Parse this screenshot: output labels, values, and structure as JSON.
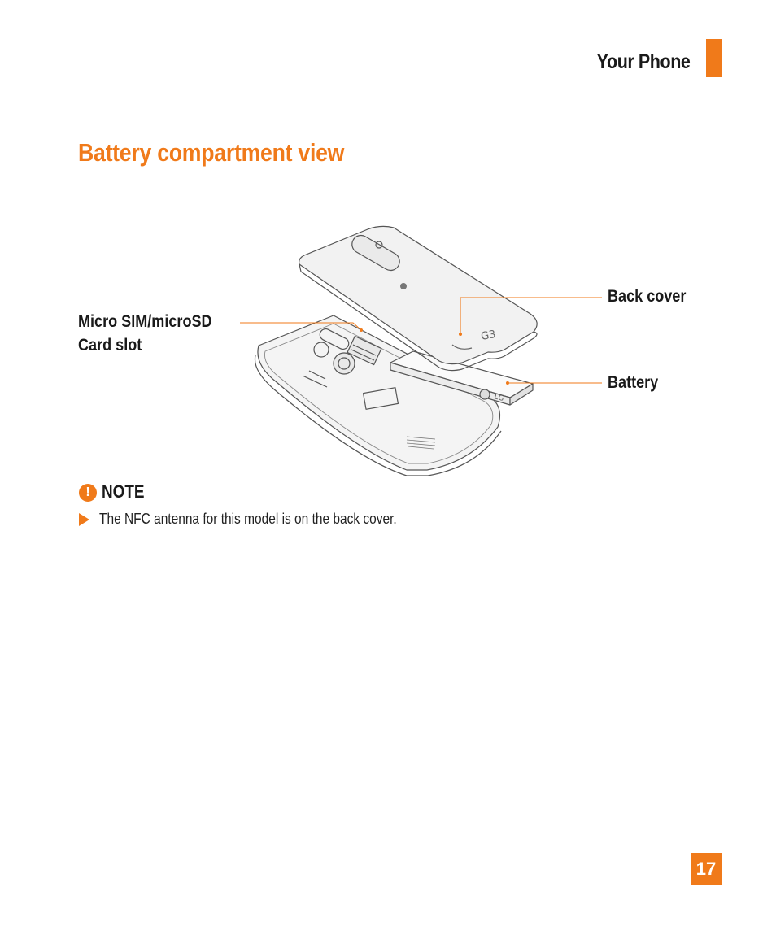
{
  "header": {
    "section_title": "Your Phone",
    "accent_color": "#f07a1a"
  },
  "page": {
    "heading": "Battery compartment view",
    "number": "17"
  },
  "figure": {
    "callouts": {
      "micro_sim_line1": "Micro SIM/microSD",
      "micro_sim_line2": "Card slot",
      "back_cover": "Back cover",
      "battery": "Battery"
    },
    "back_cover_logo": "G3"
  },
  "note": {
    "icon": "exclamation-circle-icon",
    "title": "NOTE",
    "bullet_icon": "triangle-right-icon",
    "text": "The NFC antenna for this model is on the back cover."
  }
}
